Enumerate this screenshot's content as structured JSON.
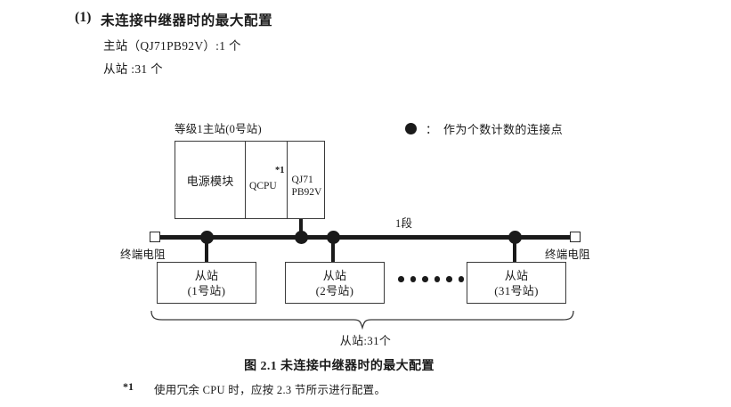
{
  "heading": {
    "number": "(1)",
    "title": "未连接中继器时的最大配置",
    "spec_master": "主站（QJ71PB92V）:1 个",
    "spec_slave": "从站 :31 个"
  },
  "legend": {
    "symbol": "filled-circle",
    "colon": "：",
    "text": "作为个数计数的连接点"
  },
  "diagram": {
    "master": {
      "label": "等级1主站(0号站)",
      "cells": [
        {
          "name": "power-module",
          "text": "电源模块"
        },
        {
          "name": "cpu-module",
          "text": "QCPU",
          "footnote": "*1"
        },
        {
          "name": "network-module",
          "line1": "QJ71",
          "line2": "PB92V"
        }
      ]
    },
    "segment_label": "1段",
    "terminator_left": "终端电阻",
    "terminator_right": "终端电阻",
    "slaves": [
      {
        "line1": "从站",
        "line2": "(1号站)"
      },
      {
        "line1": "从站",
        "line2": "(2号站)"
      },
      {
        "line1": "从站",
        "line2": "(31号站)"
      }
    ],
    "ellipsis_count": 6,
    "brace_label": "从站:31个",
    "connection_dots": 4
  },
  "caption": "图 2.1  未连接中继器时的最大配置",
  "footnote": {
    "mark": "*1",
    "text": "使用冗余 CPU 时，应按 2.3 节所示进行配置。"
  },
  "colors": {
    "ink": "#1a1a1a",
    "line": "#3a3a3a",
    "background": "#ffffff"
  }
}
